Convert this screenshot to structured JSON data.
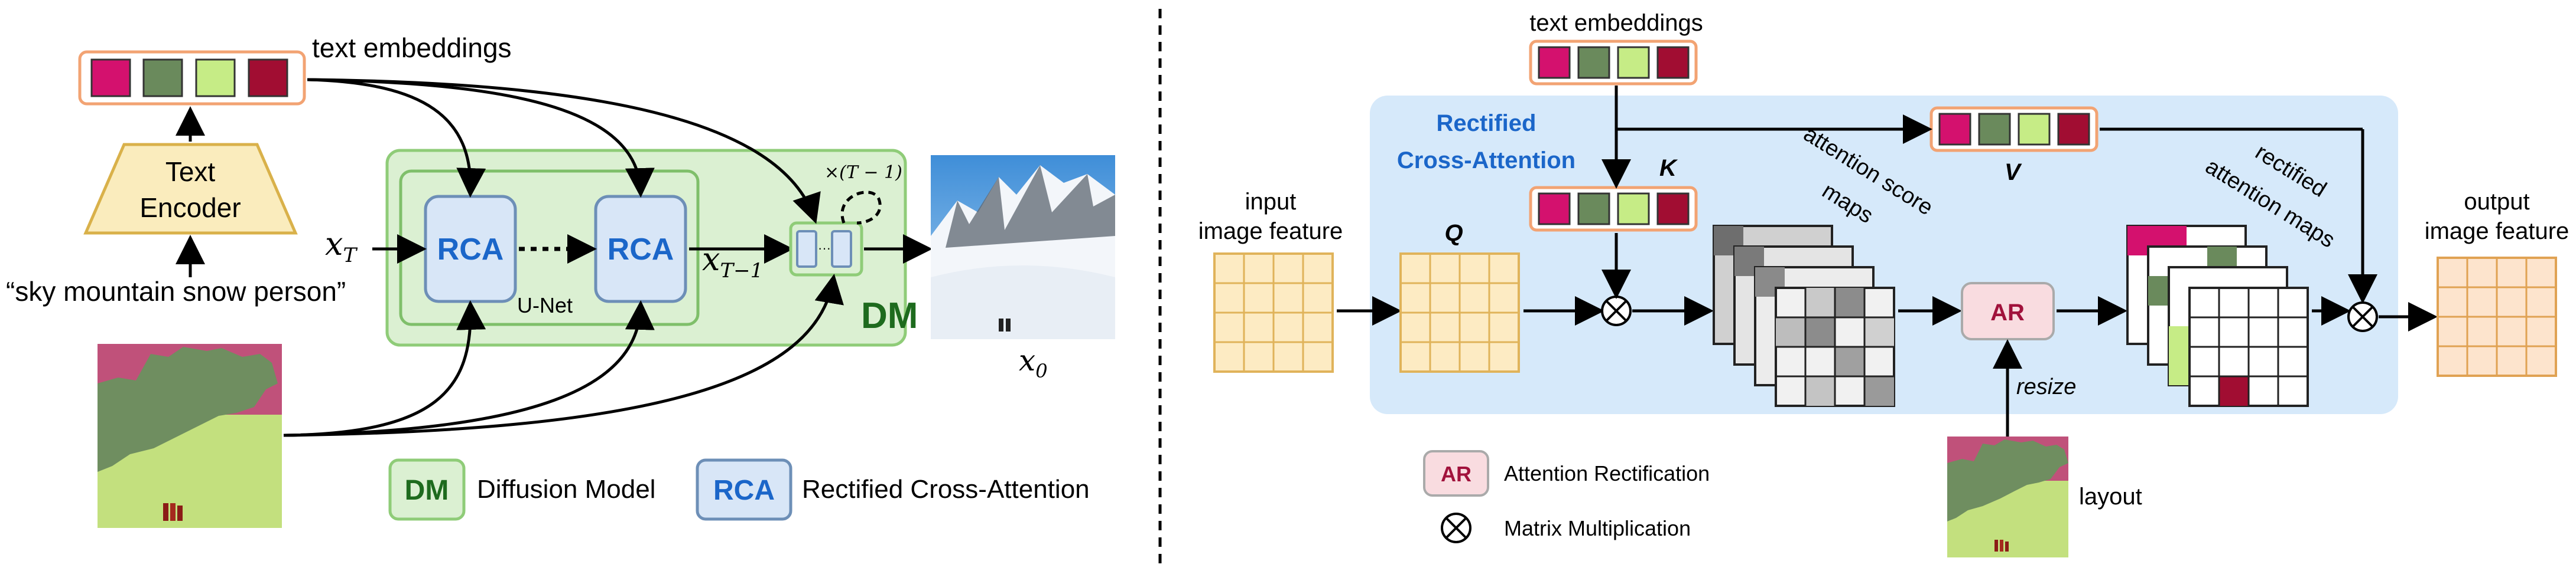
{
  "left_panel": {
    "text_embeddings_label": "text embeddings",
    "text_encoder_line1": "Text",
    "text_encoder_line2": "Encoder",
    "prompt": "“sky mountain snow person”",
    "x_T": "x",
    "x_T_sub": "T",
    "x_Tm1": "x",
    "x_Tm1_sub": "T−1",
    "rca_label": "RCA",
    "unet_label": "U-Net",
    "dm_label": "DM",
    "repeat_label": "×(T − 1)",
    "x0": "x",
    "x0_sub": "0",
    "legend": {
      "dm_badge": "DM",
      "dm_text": "Diffusion Model",
      "rca_badge": "RCA",
      "rca_text": "Rectified Cross-Attention"
    }
  },
  "right_panel": {
    "text_embeddings_label": "text embeddings",
    "title_line1": "Rectified",
    "title_line2": "Cross-Attention",
    "K": "K",
    "V": "V",
    "Q": "Q",
    "input_label_line1": "input",
    "input_label_line2": "image feature",
    "output_label_line1": "output",
    "output_label_line2": "image feature",
    "attention_maps_label_line1": "attention score",
    "attention_maps_label_line2": "maps",
    "rectified_maps_label_line1": "rectified",
    "rectified_maps_label_line2": "attention maps",
    "ar_label": "AR",
    "resize_label": "resize",
    "layout_label": "layout",
    "legend": {
      "ar_badge": "AR",
      "ar_text": "Attention Rectification",
      "mm_text": "Matrix Multiplication"
    }
  },
  "colors": {
    "embedding_1": "#d4116e",
    "embedding_2": "#6a8a5c",
    "embedding_3": "#c6ec86",
    "embedding_4": "#a10d32",
    "rca_fill": "#d8e6f7",
    "rca_text": "#1b66c9",
    "dm_fill": "#dbf0d2",
    "dm_text": "#1e6b1e",
    "rca_panel_bg": "#d6e9fa",
    "ar_fill": "#f9dce0",
    "ar_text": "#a1123c",
    "encoder_fill": "#faecbd",
    "feature_in": "#fdebc3",
    "feature_out": "#fde4cd"
  },
  "icons": [
    "circle-times-icon",
    "layout-segmentation-image",
    "mountain-photo-image"
  ]
}
